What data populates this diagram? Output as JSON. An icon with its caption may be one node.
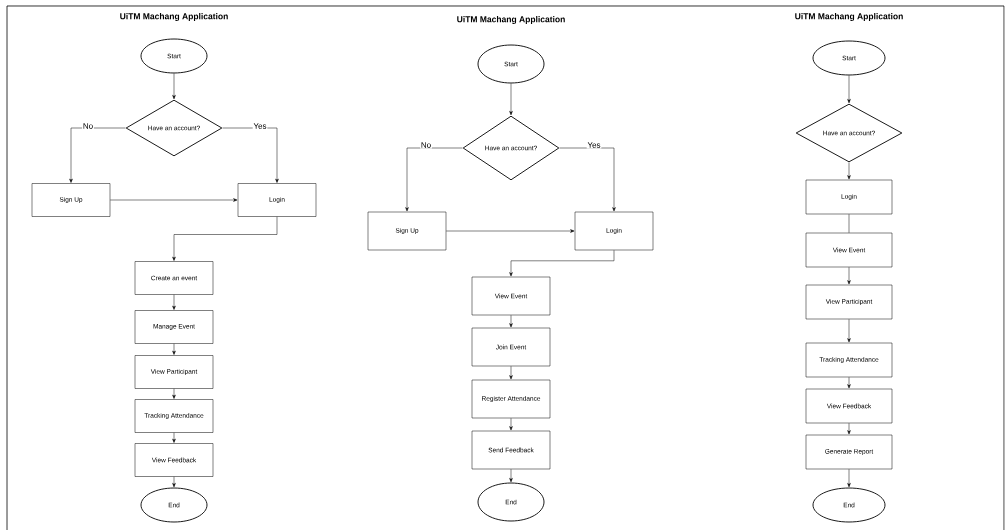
{
  "diagram": {
    "nodes": [
      {
        "text": [
          "Start"
        ]
      },
      {
        "text": [
          "Have an account?"
        ]
      },
      {
        "text": [
          "Sign Up"
        ]
      },
      {
        "text": [
          "Login"
        ]
      },
      {
        "text": [
          "Create an event"
        ]
      },
      {
        "text": [
          "Manage Event"
        ]
      },
      {
        "text": [
          "View Participant"
        ]
      },
      {
        "text": [
          "Tracking Attendance"
        ]
      },
      {
        "text": [
          "View Feedback"
        ]
      },
      {
        "text": [
          "End"
        ]
      },
      {
        "text": [
          "Start"
        ]
      },
      {
        "text": [
          "Have an account?"
        ]
      },
      {
        "text": [
          "Sign Up"
        ]
      },
      {
        "text": [
          "Login"
        ]
      },
      {
        "text": [
          "View Event"
        ]
      },
      {
        "text": [
          "Join Event"
        ]
      },
      {
        "text": [
          "Register Attendance"
        ]
      },
      {
        "text": [
          "Send Feedback"
        ]
      },
      {
        "text": [
          "End"
        ]
      },
      {
        "text": [
          "Start"
        ]
      },
      {
        "text": [
          "Have an account?"
        ]
      },
      {
        "text": [
          "Login"
        ]
      },
      {
        "text": [
          "View Event"
        ]
      },
      {
        "text": [
          "View Participant"
        ]
      },
      {
        "text": [
          "Tracking Attendance"
        ]
      },
      {
        "text": [
          "View Feedback"
        ]
      },
      {
        "text": [
          "Generate Report"
        ]
      },
      {
        "text": [
          "End"
        ]
      }
    ],
    "edges": [
      {
        "from": 0,
        "to": 1,
        "arrow": "to"
      },
      {
        "from": 1,
        "to": 2,
        "arrow": "to",
        "label": "No"
      },
      {
        "from": 1,
        "to": 3,
        "arrow": "to",
        "label": "Yes"
      },
      {
        "from": 2,
        "to": 3,
        "arrow": "to"
      },
      {
        "from": 3,
        "to": 4,
        "arrow": "to"
      },
      {
        "from": 4,
        "to": 5,
        "arrow": "to"
      },
      {
        "from": 5,
        "to": 6,
        "arrow": "to"
      },
      {
        "from": 6,
        "to": 7,
        "arrow": "to"
      },
      {
        "from": 7,
        "to": 8,
        "arrow": "to"
      },
      {
        "from": 8,
        "to": 9,
        "arrow": "to"
      },
      {
        "from": 10,
        "to": 11,
        "arrow": "to"
      },
      {
        "from": 11,
        "to": 12,
        "arrow": "to",
        "label": "No"
      },
      {
        "from": 11,
        "to": 13,
        "arrow": "to",
        "label": "Yes"
      },
      {
        "from": 12,
        "to": 13,
        "arrow": "to"
      },
      {
        "from": 13,
        "to": 14,
        "arrow": "to"
      },
      {
        "from": 14,
        "to": 15,
        "arrow": "to"
      },
      {
        "from": 15,
        "to": 16,
        "arrow": "to"
      },
      {
        "from": 16,
        "to": 17,
        "arrow": "to"
      },
      {
        "from": 17,
        "to": 18,
        "arrow": "to"
      },
      {
        "from": 19,
        "to": 20,
        "arrow": "to"
      },
      {
        "from": 20,
        "to": 21,
        "arrow": "to"
      },
      {
        "from": 21,
        "to": 22,
        "arrow": "none"
      },
      {
        "from": 22,
        "to": 23,
        "arrow": "to"
      },
      {
        "from": 23,
        "to": 24,
        "arrow": "to"
      },
      {
        "from": 24,
        "to": 25,
        "arrow": "to"
      },
      {
        "from": 25,
        "to": 26,
        "arrow": "to"
      },
      {
        "from": 26,
        "to": 27,
        "arrow": "to"
      }
    ],
    "labels": [
      "UiTM Machang Application",
      "UiTM Machang Application",
      "UiTM Machang Application"
    ]
  }
}
